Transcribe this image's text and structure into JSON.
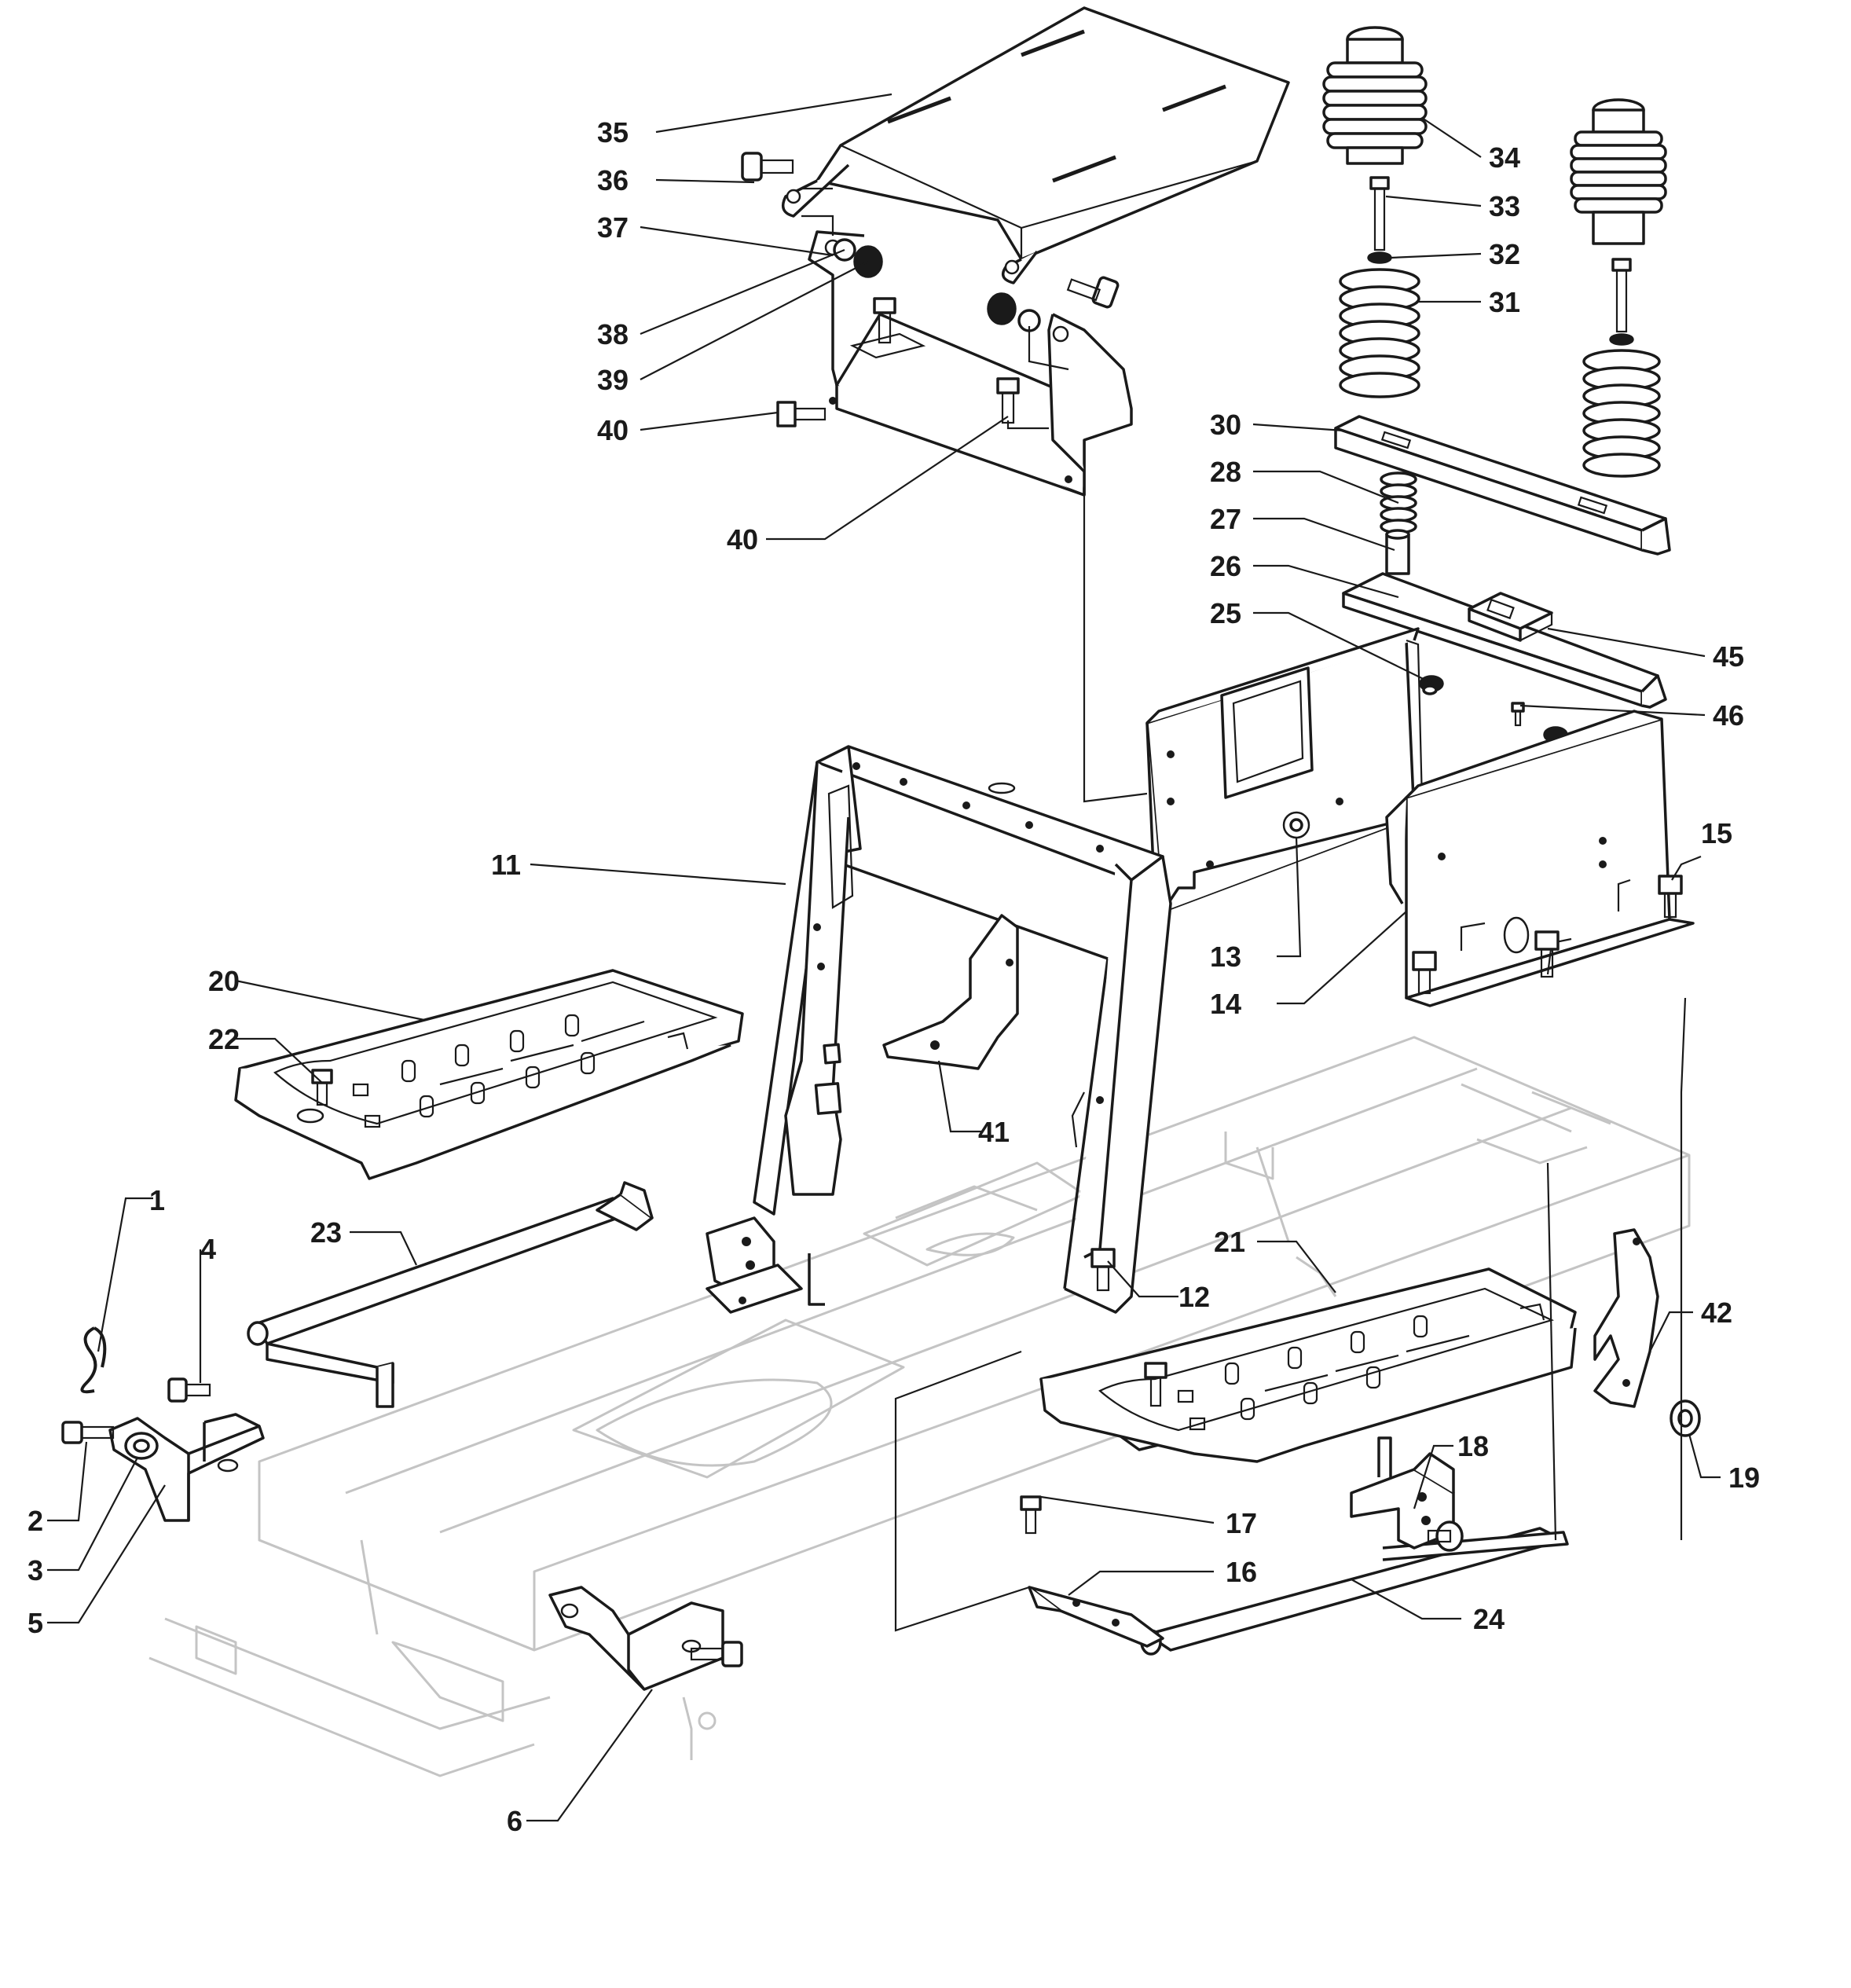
{
  "diagram": {
    "callouts": [
      "1",
      "2",
      "3",
      "4",
      "5",
      "6",
      "11",
      "12",
      "13",
      "14",
      "15",
      "16",
      "17",
      "18",
      "19",
      "20",
      "21",
      "22",
      "23",
      "24",
      "25",
      "26",
      "27",
      "28",
      "30",
      "31",
      "32",
      "33",
      "34",
      "35",
      "36",
      "37",
      "38",
      "39",
      "40",
      "40",
      "41",
      "42",
      "45",
      "46"
    ]
  }
}
